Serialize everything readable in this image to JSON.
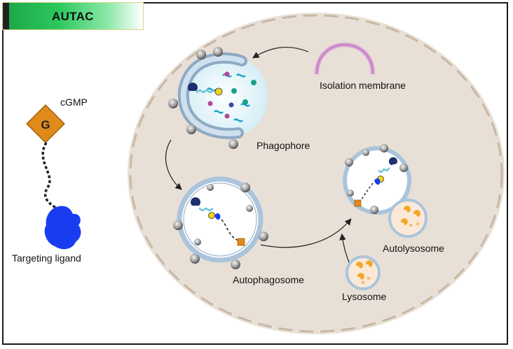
{
  "title": "AUTAC",
  "labels": {
    "cgmp": "cGMP",
    "cgmp_symbol": "G",
    "targeting_ligand": "Targeting ligand",
    "isolation_membrane": "Isolation membrane",
    "phagophore": "Phagophore",
    "autophagosome": "Autophagosome",
    "autolysosome": "Autolysosome",
    "lysosome": "Lysosome"
  },
  "colors": {
    "title_green": "#1aa546",
    "cell": "#e8e0d6",
    "membrane": "#aac4dc",
    "ligand": "#1a3cf0",
    "cgmp": "#e08a1c",
    "isolation_membrane": "#d9a0d8"
  }
}
